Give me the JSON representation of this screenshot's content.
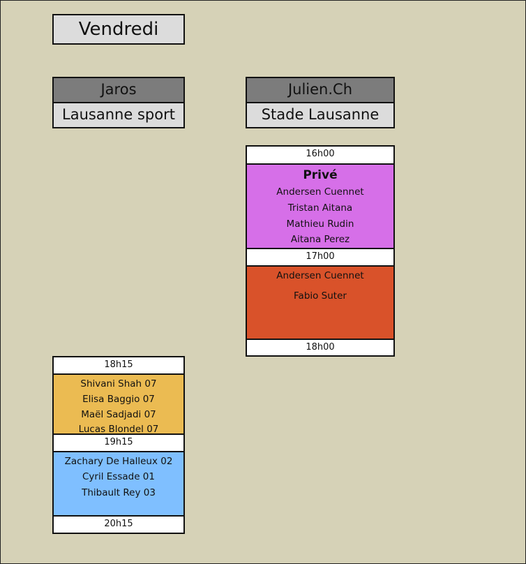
{
  "day": "Vendredi",
  "columns": [
    {
      "name": "Jaros",
      "location": "Lausanne sport"
    },
    {
      "name": "Julien.Ch",
      "location": "Stade Lausanne"
    }
  ],
  "jaros_slots": {
    "t1": "18h15",
    "group1": [
      "Shivani Shah 07",
      "Elisa Baggio 07",
      "Maël Sadjadi 07",
      "Lucas Blondel 07"
    ],
    "t2": "19h15",
    "group2": [
      "Zachary De Halleux 02",
      "Cyril Essade 01",
      "Thibault Rey 03"
    ],
    "t3": "20h15"
  },
  "julien_slots": {
    "t1": "16h00",
    "group1_title": "Privé",
    "group1": [
      "Andersen Cuennet",
      "Tristan Aitana",
      "Mathieu Rudin",
      "Aitana Perez"
    ],
    "t2": "17h00",
    "group2": [
      "Andersen Cuennet",
      "Fabio Suter"
    ],
    "t3": "18h00"
  },
  "colors": {
    "background": "#d6d2b7",
    "header": "#7c7c7c",
    "prive": "#d66fe8",
    "orange": "#d9522a",
    "yellow": "#ebbb52",
    "blue": "#7fbfff"
  }
}
